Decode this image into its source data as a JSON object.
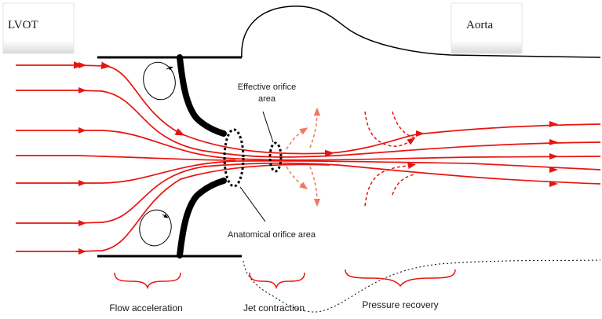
{
  "labels": {
    "lvot": "LVOT",
    "aorta": "Aorta",
    "effective_orifice_line1": "Effective orifice",
    "effective_orifice_line2": "area",
    "anatomical_orifice": "Anatomical orifice area",
    "flow_acceleration": "Flow acceleration",
    "jet_contraction": "Jet contraction",
    "pressure_recovery": "Pressure recovery"
  },
  "colors": {
    "flow": "#e8140f",
    "flow_light": "#f07860",
    "wall": "#000000",
    "text": "#1a1a1a"
  }
}
